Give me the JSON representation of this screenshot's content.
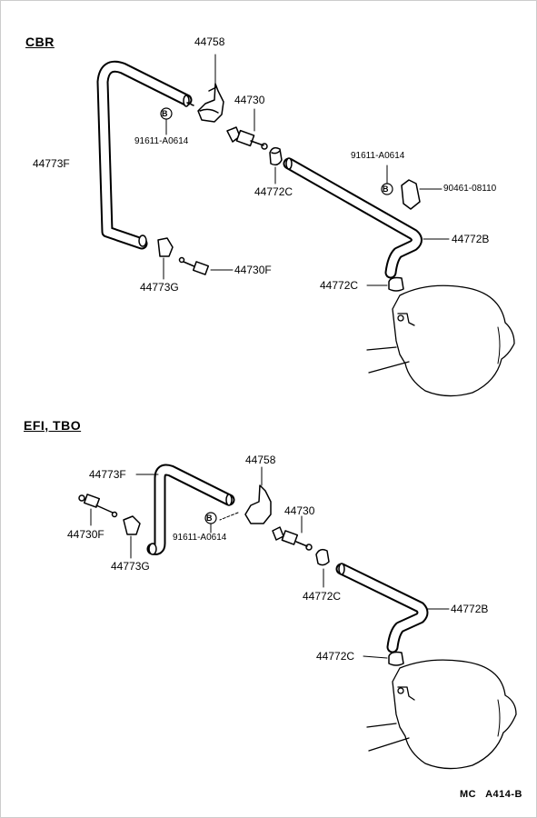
{
  "sections": [
    {
      "title": "CBR",
      "labels": {
        "p44758": "44758",
        "p44730": "44730",
        "b91611": "91611-A0614",
        "p44773F": "44773F",
        "p44772C_a": "44772C",
        "b91611_r": "91611-A0614",
        "p90461": "90461-08110",
        "p44772B": "44772B",
        "p44730F": "44730F",
        "p44773G": "44773G",
        "p44772C_b": "44772C"
      }
    },
    {
      "title": "EFI, TBO",
      "labels": {
        "p44773F": "44773F",
        "p44758": "44758",
        "p44730": "44730",
        "p44730F": "44730F",
        "p44773G": "44773G",
        "b91611": "91611-A0614",
        "p44772C_a": "44772C",
        "p44772B": "44772B",
        "p44772C_b": "44772C"
      }
    }
  ],
  "bolt_marker": "B",
  "footer": {
    "left": "MC",
    "right": "A414-B"
  }
}
